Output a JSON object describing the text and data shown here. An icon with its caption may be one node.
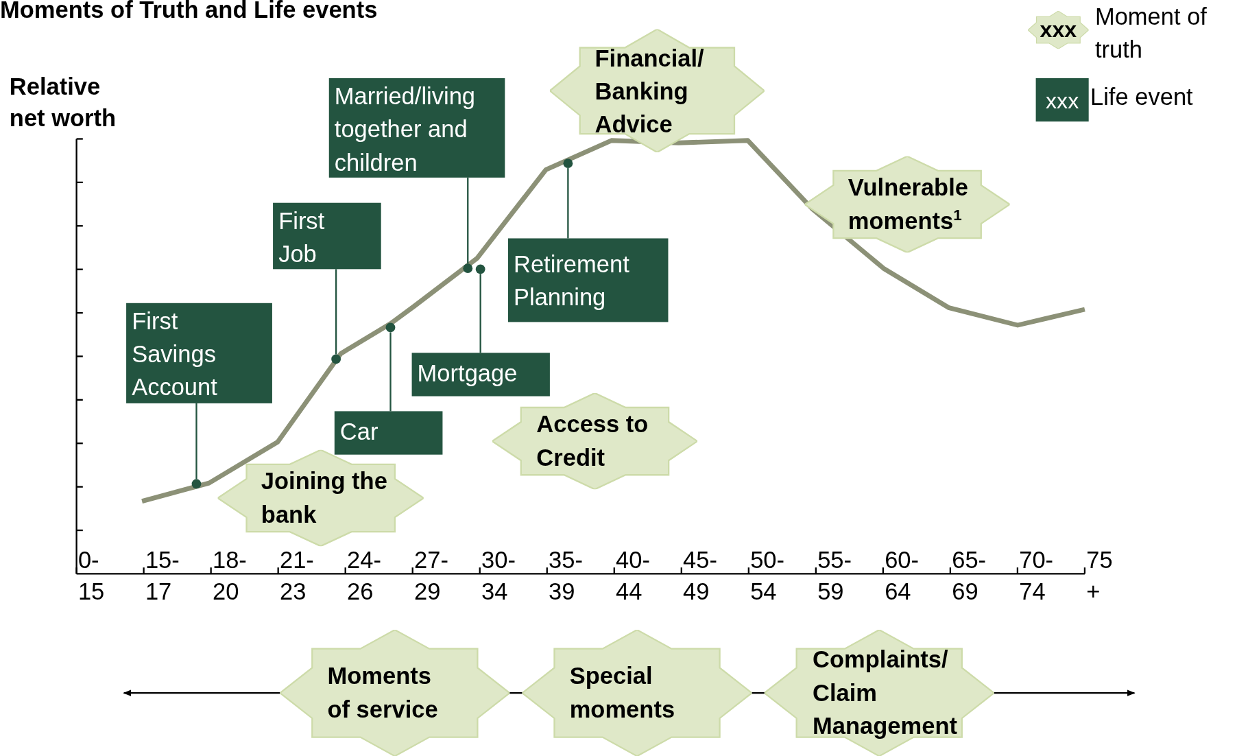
{
  "diagram": {
    "title": "Moments of Truth and Life events",
    "nodes": [
      {
        "text": [
          "Financial/ Banking Advice"
        ]
      },
      {
        "text": [
          "Married/living together and children"
        ]
      },
      {
        "text": [
          "First Job"
        ]
      },
      {
        "text": [
          "Vulnerable moments$^{1}$"
        ]
      },
      {
        "text": [
          "Retirement Planning"
        ]
      },
      {
        "text": [
          "First Savings Account"
        ]
      },
      {
        "text": [
          "Mortgage"
        ]
      },
      {
        "text": [
          "Car"
        ]
      },
      {
        "text": [
          "Access to Credit"
        ]
      },
      {
        "text": [
          "Joining the bank"
        ]
      },
      {
        "text": [
          "Moments of service"
        ]
      },
      {
        "text": [
          "Special moments"
        ]
      },
      {
        "text": [
          "Complaints/ Claim Management"
        ]
      },
      {
        "text": [],
        "shape": "circle"
      },
      {
        "text": [],
        "shape": "circle"
      },
      {
        "text": [],
        "shape": "circle"
      },
      {
        "text": [],
        "shape": "circle"
      },
      {
        "text": [],
        "shape": "circle"
      },
      {
        "text": [],
        "shape": "circle"
      }
    ],
    "edges": [
      {
        "from": 5,
        "to": 13,
        "arrow": "none"
      },
      {
        "from": 2,
        "to": 14,
        "arrow": "none"
      },
      {
        "from": 7,
        "to": 15,
        "arrow": "none"
      },
      {
        "from": 1,
        "to": 16,
        "arrow": "none"
      },
      {
        "from": 6,
        "to": 17,
        "arrow": "none"
      },
      {
        "from": 4,
        "to": 18,
        "arrow": "none"
      },
      {
        "from": 10,
        "to": null,
        "arrow": "to"
      },
      {
        "from": 10,
        "to": 11,
        "arrow": "none"
      },
      {
        "from": 11,
        "to": 12,
        "arrow": "none"
      },
      {
        "from": 12,
        "to": null,
        "arrow": "to"
      }
    ],
    "labels": [
      "Relative net worth",
      "0- 15",
      "15- 17",
      "18- 20",
      "21- 23",
      "24- 26",
      "27- 29",
      "30- 34",
      "35- 39",
      "40- 44",
      "45- 49",
      "50- 54",
      "55- 59",
      "60- 64",
      "65- 69",
      "70- 74",
      "75 +",
      "xxx",
      "xxx"
    ],
    "legend": [
      {
        "text": "Moment of truth"
      },
      {
        "text": "Life event",
        "color": "#235440"
      }
    ]
  }
}
